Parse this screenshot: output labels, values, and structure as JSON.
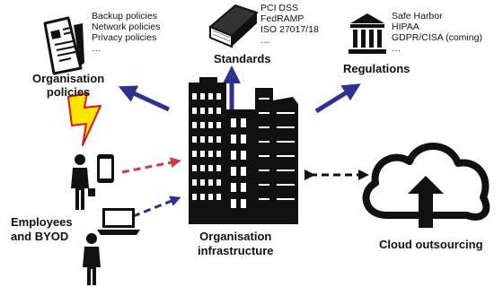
{
  "organisation_policies": {
    "title_line1": "Organisation",
    "title_line2": "policies",
    "items": [
      "Backup policies",
      "Network policies",
      "Privacy policies",
      "…"
    ]
  },
  "standards": {
    "title": "Standards",
    "items": [
      "PCI DSS",
      "FedRAMP",
      "ISO 27017/18",
      "…"
    ]
  },
  "regulations": {
    "title": "Regulations",
    "items": [
      "Safe Harbor",
      "HIPAA",
      "GDPR/CISA (coming)",
      "…"
    ]
  },
  "employees": {
    "title_line1": "Employees",
    "title_line2": "and BYOD"
  },
  "infrastructure": {
    "title_line1": "Organisation",
    "title_line2": "infrastructure"
  },
  "cloud": {
    "title": "Cloud outsourcing"
  },
  "colors": {
    "blue_arrow": "#2e3192",
    "red_dash": "#d23a4a",
    "purple_dash": "#2e3192",
    "lightning": "#ffe500",
    "lightning_outline": "#e0101a",
    "ink": "#111111"
  },
  "icons": [
    "document-icon",
    "book-icon",
    "courthouse-icon",
    "lightning-icon",
    "smartphone-icon",
    "laptop-icon",
    "person-icon",
    "buildings-icon",
    "cloud-upload-icon"
  ]
}
